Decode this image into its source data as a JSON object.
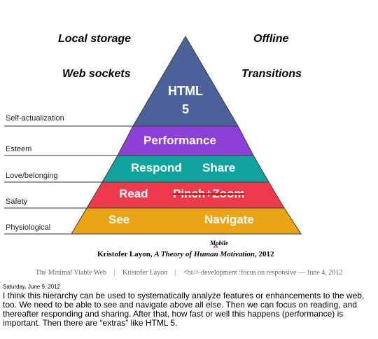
{
  "slide": {
    "corners": {
      "top_left": "Local storage",
      "top_right": "Offline",
      "mid_left": "Web sockets",
      "mid_right": "Transitions"
    },
    "levels": [
      "Self-actualization",
      "Esteem",
      "Love/belonging",
      "Safety",
      "Physiological"
    ],
    "apex": {
      "line1": "HTML",
      "line2": "5",
      "color": "#4a6199"
    },
    "bands": {
      "performance": {
        "label": "Performance",
        "color": "#8e3fd8"
      },
      "respond_share": {
        "left": "Respond",
        "right": "Share",
        "color": "#10a39d"
      },
      "read_pinch": {
        "left": "Read",
        "right": "Pinch+Zoom",
        "color": "#ee3a4c"
      },
      "see_navigate": {
        "left": "See",
        "right": "Navigate",
        "color": "#eaa517"
      }
    },
    "caption": {
      "author": "Kristofer Layon, ",
      "title_before": "A Theory of Human",
      "title_after": " Motivation",
      "year": ", 2012",
      "insert_note": "Mobile",
      "insert_caret": "^"
    }
  },
  "footer": {
    "site": "The Minimal Viable Web",
    "author": "Kristofer Layon",
    "tagline": "<br/> development :focus on responsive",
    "date": "June 4, 2012",
    "sep": "|",
    "dash": "—"
  },
  "post": {
    "date": "Saturday, June 9, 2012",
    "body": "I think this hierarchy can be used to systematically analyze features or enhancements to the web, too.  We need to be able to see and navigate above all else. Then we can focus on reading, and thereafter responding and sharing. After that, how fast or well this happens (performance) is important. Then there are “extras” like HTML 5."
  }
}
